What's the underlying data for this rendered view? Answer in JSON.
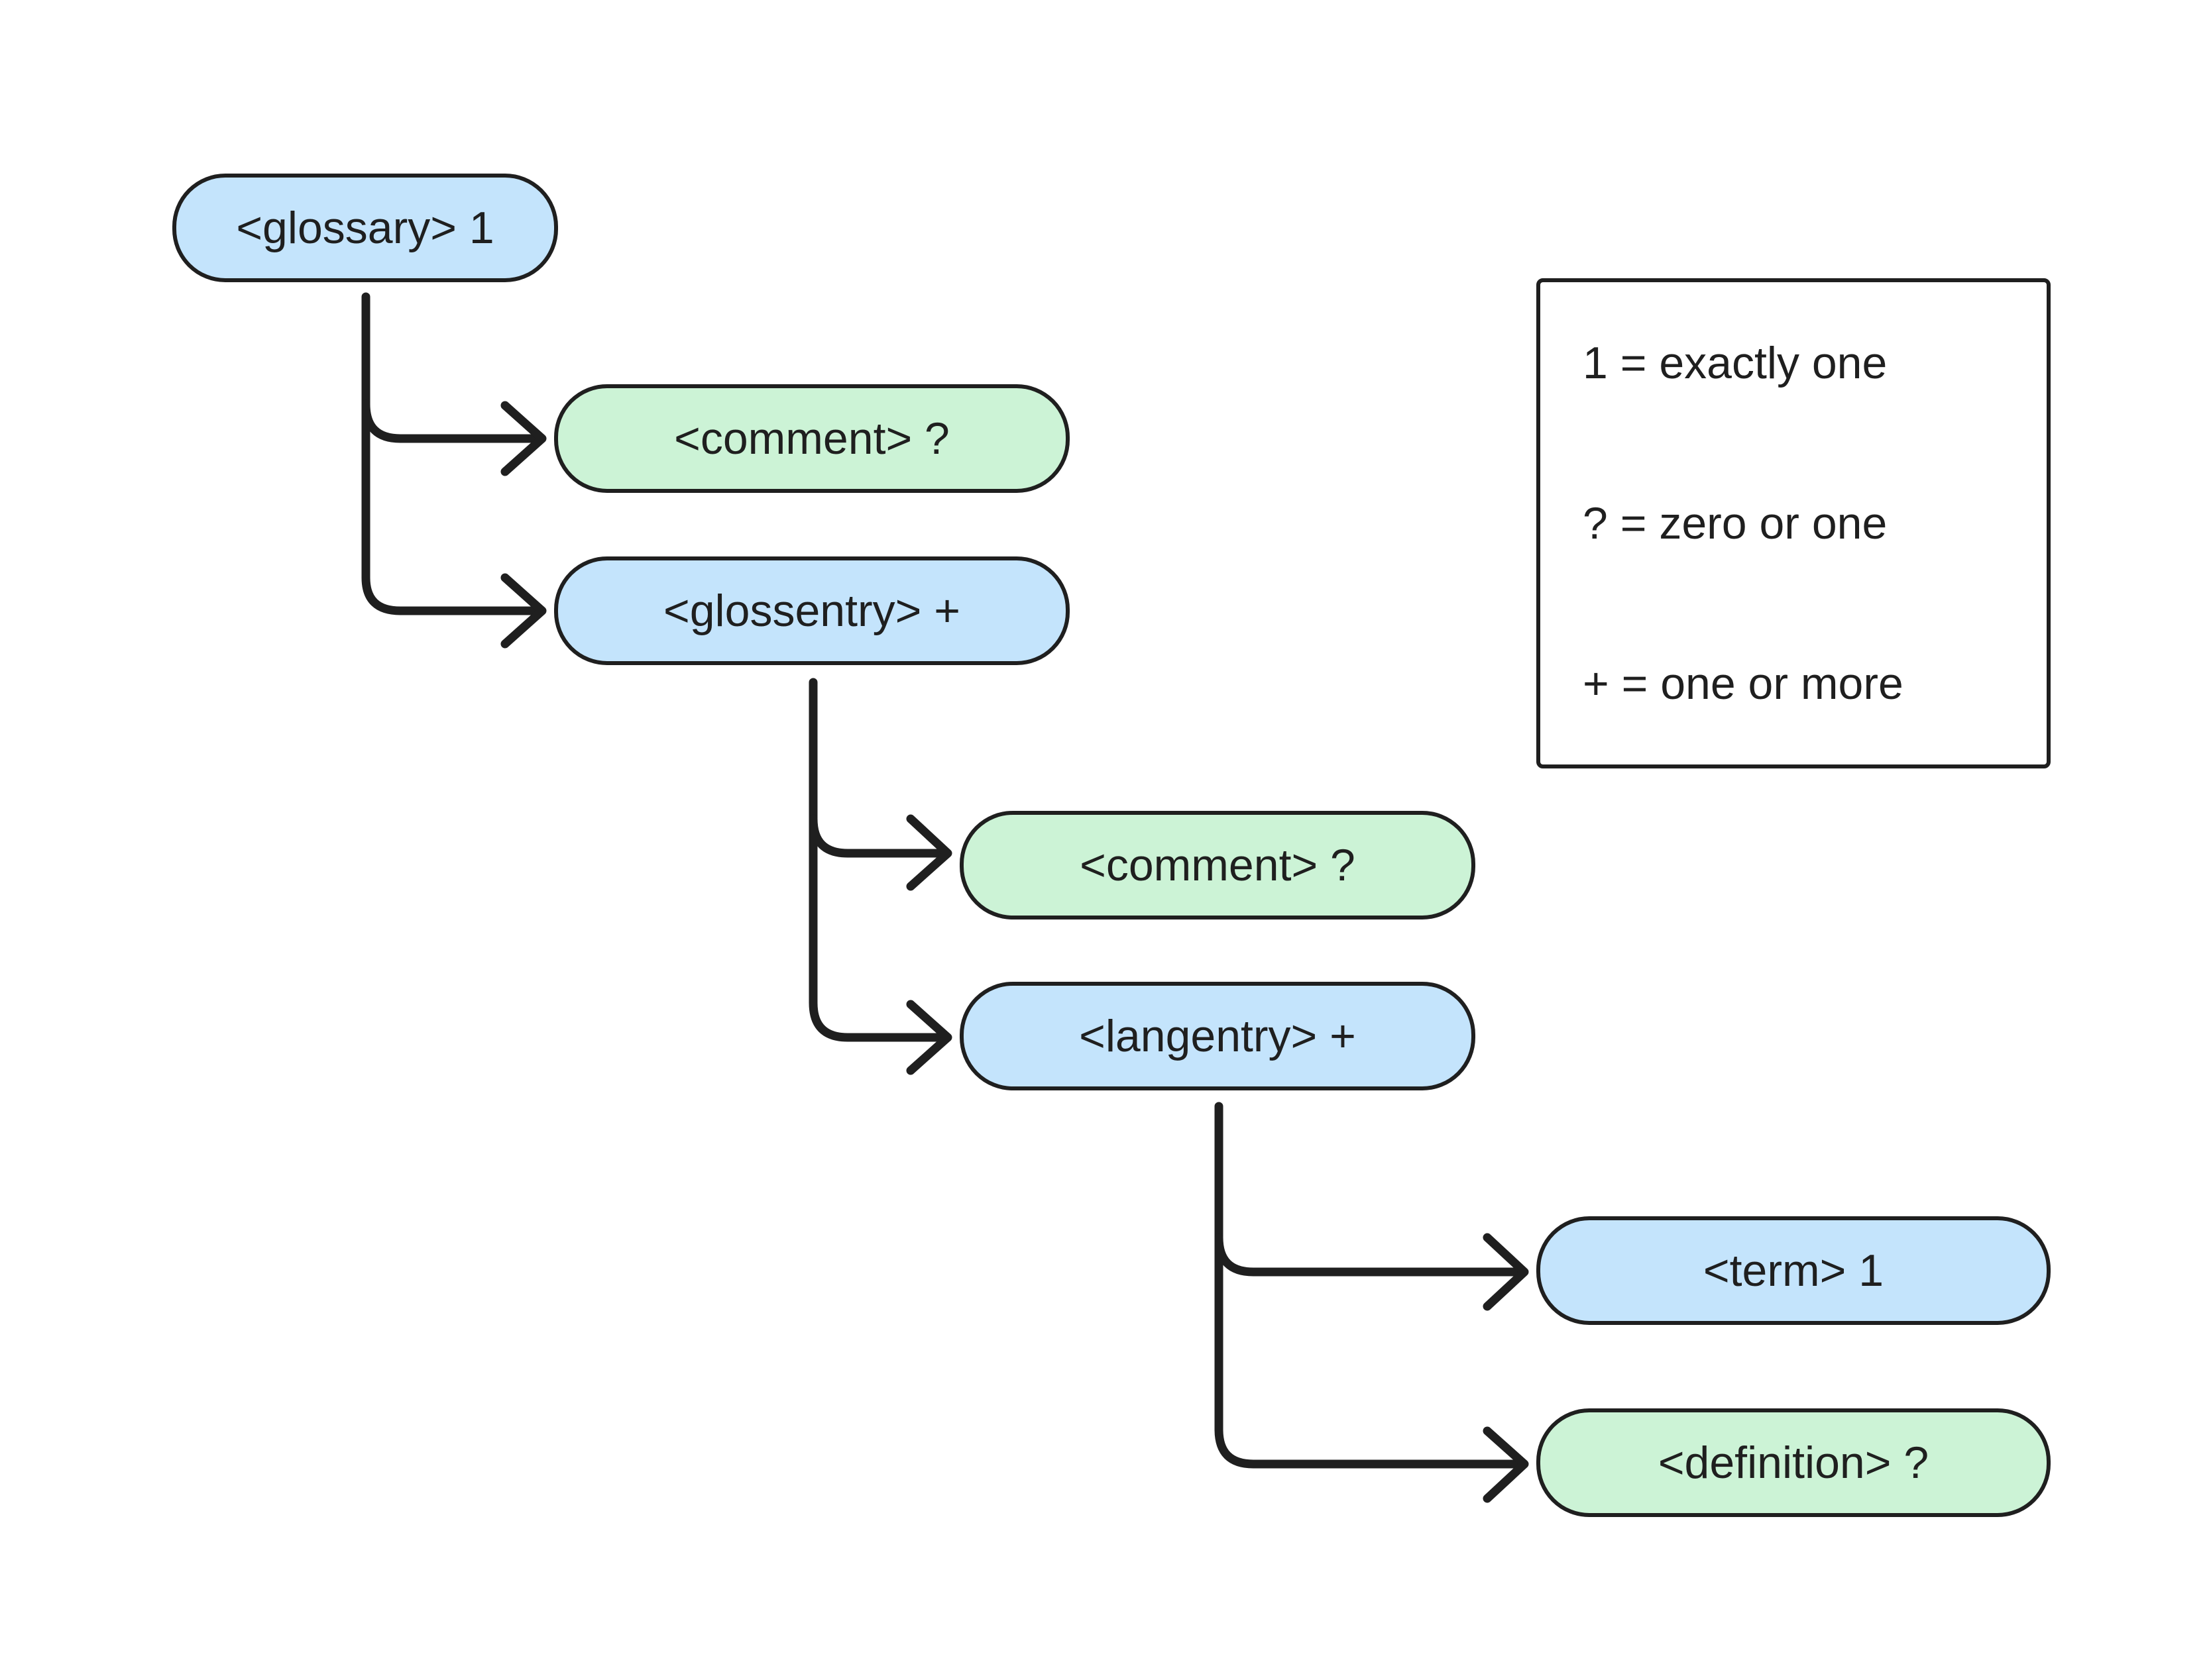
{
  "colors": {
    "required_node": "#c4e4fc",
    "optional_node": "#ccf3d6",
    "stroke": "#1f1f1f"
  },
  "nodes": {
    "glossary": "<glossary> 1",
    "comment_1": "<comment> ?",
    "glossentry": "<glossentry> +",
    "comment_2": "<comment> ?",
    "langentry": "<langentry> +",
    "term": "<term> 1",
    "definition": "<definition> ?"
  },
  "legend": {
    "items": [
      "1 = exactly one",
      "? = zero or one",
      "+ = one or more"
    ]
  }
}
